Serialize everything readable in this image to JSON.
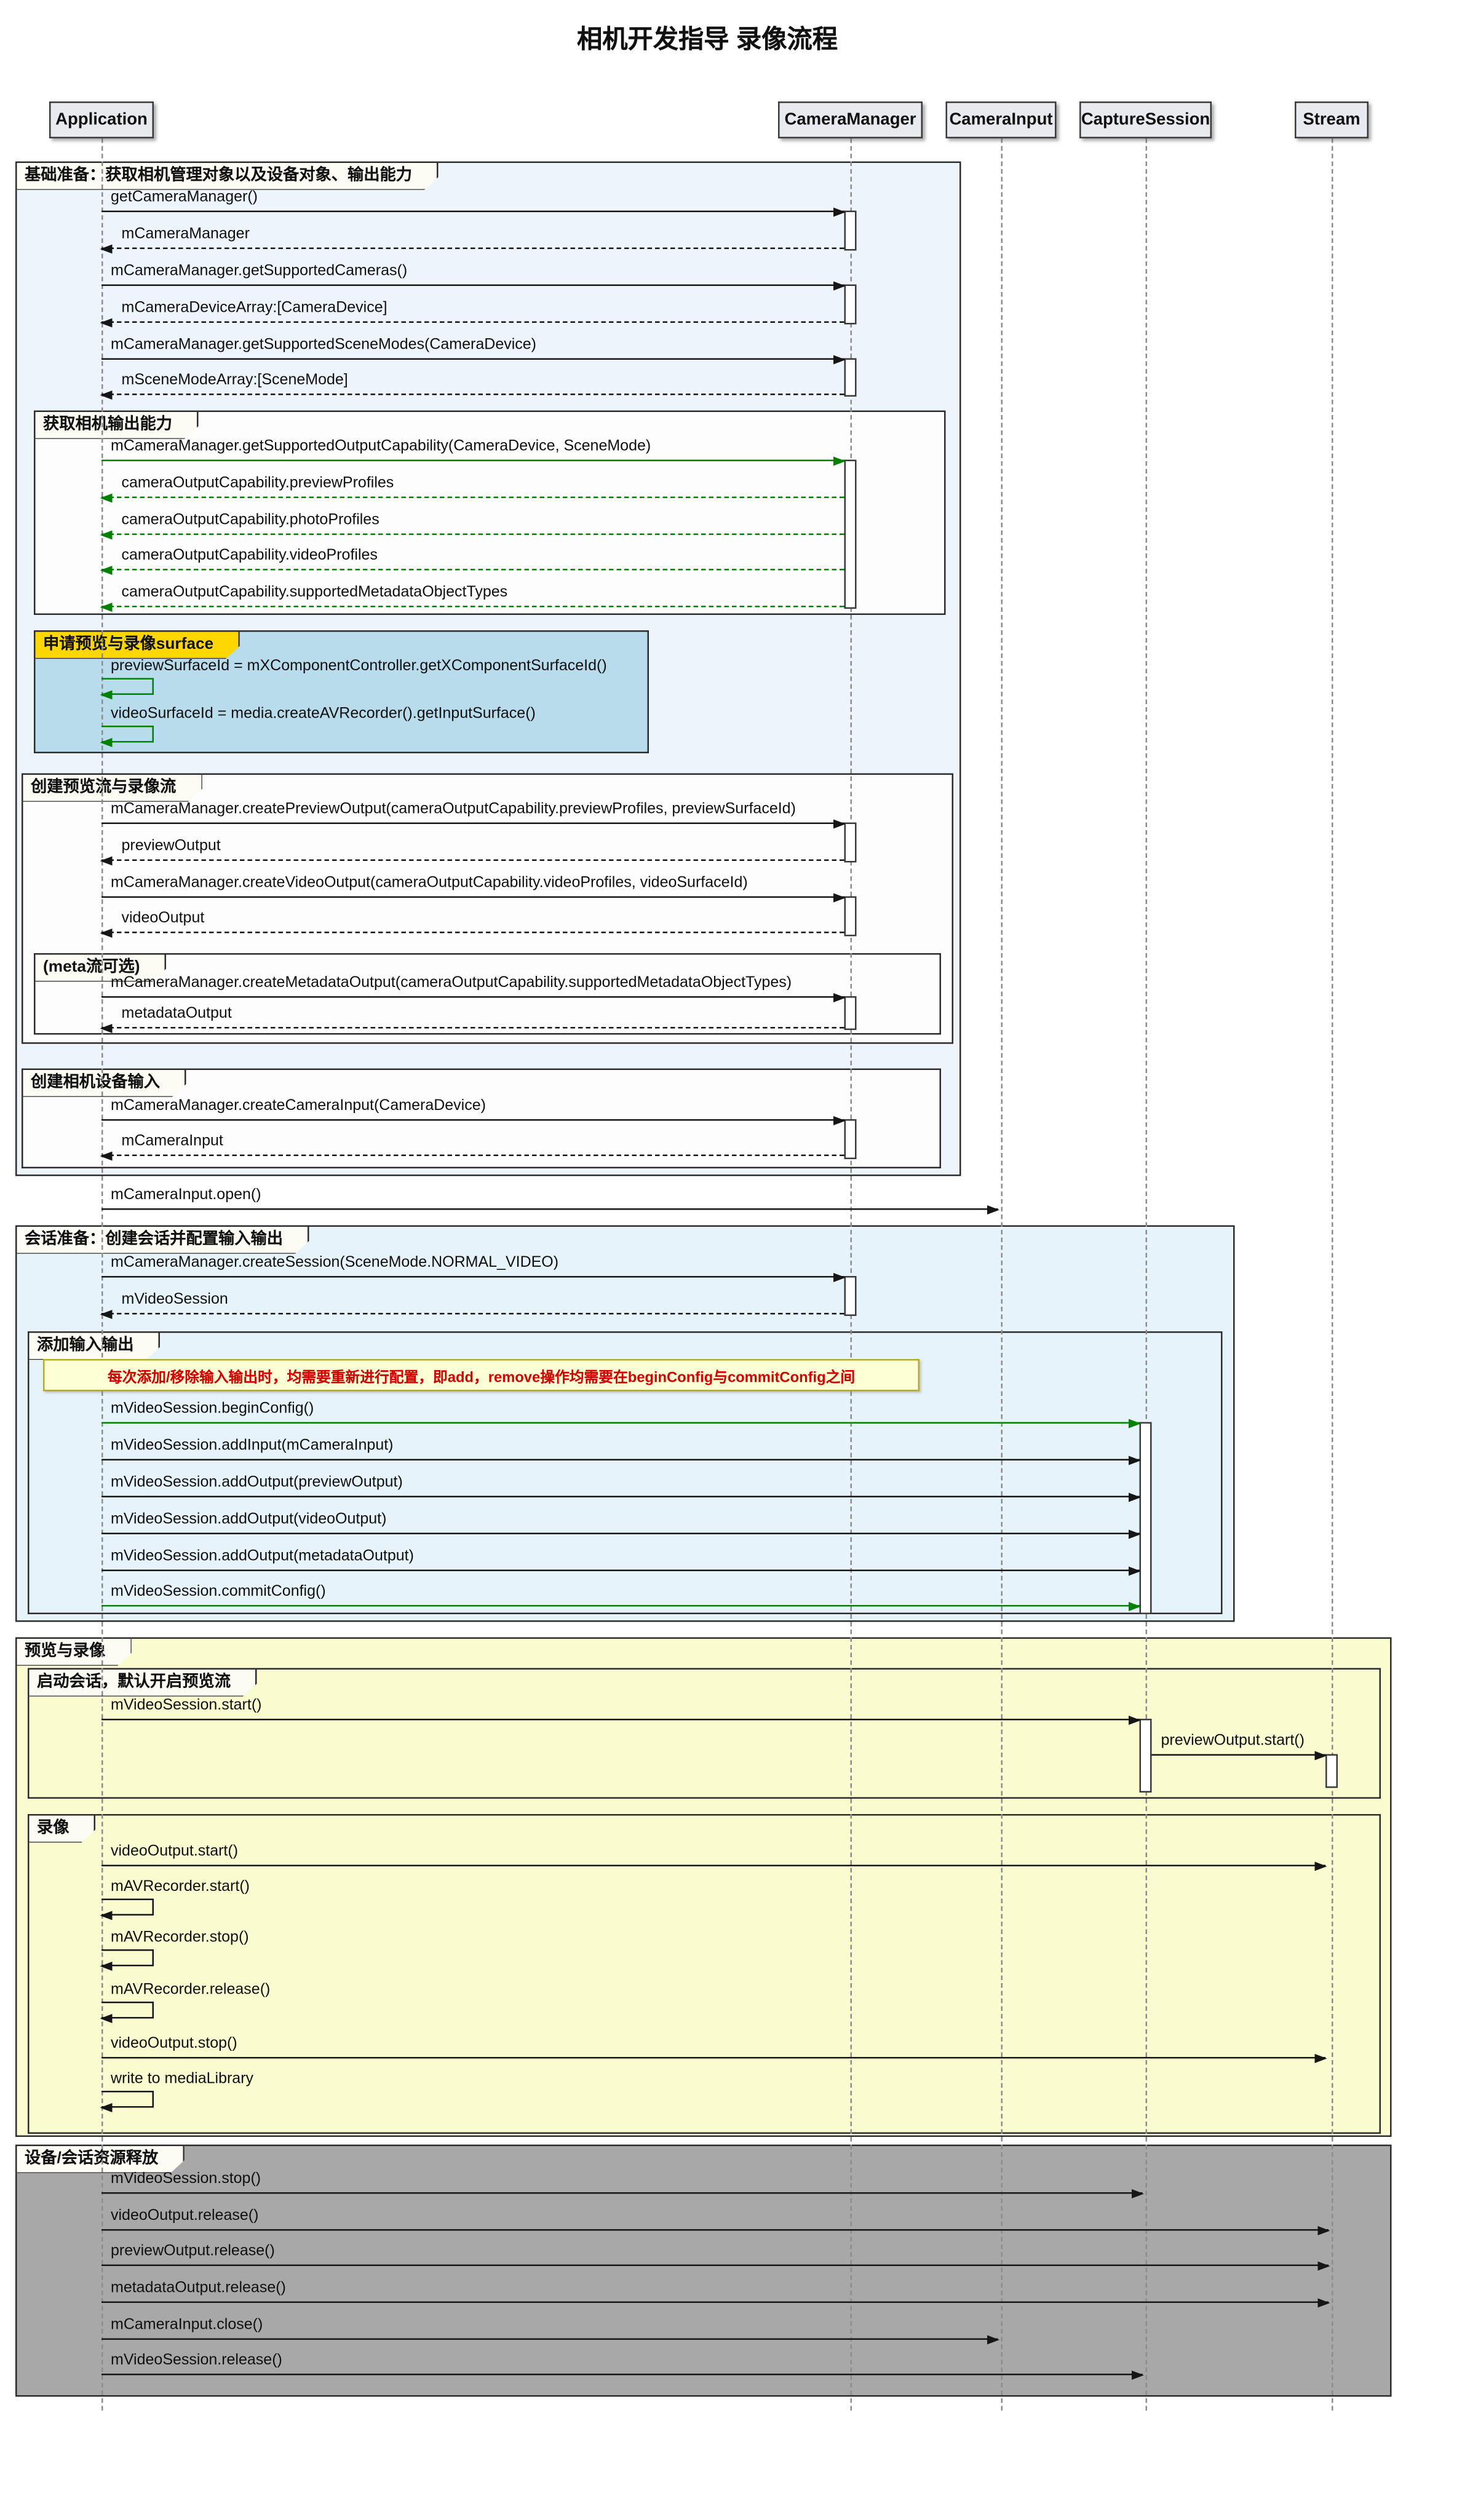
{
  "title": "相机开发指导 录像流程",
  "participants": {
    "p1": "Application",
    "p2": "CameraManager",
    "p3": "CameraInput",
    "p4": "CaptureSession",
    "p5": "Stream"
  },
  "frames": {
    "f1": "基础准备：获取相机管理对象以及设备对象、输出能力",
    "f2": "获取相机输出能力",
    "f3": "申请预览与录像surface",
    "f4": "创建预览流与录像流",
    "f5": "(meta流可选)",
    "f6": "创建相机设备输入",
    "f7": "会话准备：创建会话并配置输入输出",
    "f8": "添加输入输出",
    "f9": "预览与录像",
    "f10": "启动会话，默认开启预览流",
    "f11": "录像",
    "f12": "设备/会话资源释放"
  },
  "note": "每次添加/移除输入输出时，均需要重新进行配置，即add，remove操作均需要在beginConfig与commitConfig之间",
  "messages": {
    "m01": "getCameraManager()",
    "m02": "mCameraManager",
    "m03": "mCameraManager.getSupportedCameras()",
    "m04": "mCameraDeviceArray:[CameraDevice]",
    "m05": "mCameraManager.getSupportedSceneModes(CameraDevice)",
    "m06": "mSceneModeArray:[SceneMode]",
    "m07": "mCameraManager.getSupportedOutputCapability(CameraDevice, SceneMode)",
    "m08": "cameraOutputCapability.previewProfiles",
    "m09": "cameraOutputCapability.photoProfiles",
    "m10": "cameraOutputCapability.videoProfiles",
    "m11": "cameraOutputCapability.supportedMetadataObjectTypes",
    "m12": "previewSurfaceId = mXComponentController.getXComponentSurfaceId()",
    "m13": "videoSurfaceId = media.createAVRecorder().getInputSurface()",
    "m14": "mCameraManager.createPreviewOutput(cameraOutputCapability.previewProfiles, previewSurfaceId)",
    "m15": "previewOutput",
    "m16": "mCameraManager.createVideoOutput(cameraOutputCapability.videoProfiles, videoSurfaceId)",
    "m17": "videoOutput",
    "m18": "mCameraManager.createMetadataOutput(cameraOutputCapability.supportedMetadataObjectTypes)",
    "m19": "metadataOutput",
    "m20": "mCameraManager.createCameraInput(CameraDevice)",
    "m21": "mCameraInput",
    "m22": "mCameraInput.open()",
    "m23": "mCameraManager.createSession(SceneMode.NORMAL_VIDEO)",
    "m24": "mVideoSession",
    "m25": "mVideoSession.beginConfig()",
    "m26": "mVideoSession.addInput(mCameraInput)",
    "m27": "mVideoSession.addOutput(previewOutput)",
    "m28": "mVideoSession.addOutput(videoOutput)",
    "m29": "mVideoSession.addOutput(metadataOutput)",
    "m30": "mVideoSession.commitConfig()",
    "m31": "mVideoSession.start()",
    "m32": "previewOutput.start()",
    "m33": "videoOutput.start()",
    "m34": "mAVRecorder.start()",
    "m35": "mAVRecorder.stop()",
    "m36": "mAVRecorder.release()",
    "m37": "videoOutput.stop()",
    "m38": "write to mediaLibrary",
    "m39": "mVideoSession.stop()",
    "m40": "videoOutput.release()",
    "m41": "previewOutput.release()",
    "m42": "metadataOutput.release()",
    "m43": "mCameraInput.close()",
    "m44": "mVideoSession.release()"
  },
  "colors": {
    "arrow_default": "#161616",
    "arrow_green": "#008000",
    "note_text_red": "#d20000",
    "surface_frame_bg": "#b9dcec",
    "surface_tab_gold": "#ffd700",
    "session_frame_bg": "#e7f3fb",
    "preview_frame_bg": "#fbfbd0",
    "release_frame_bg": "#a8a8a8"
  }
}
